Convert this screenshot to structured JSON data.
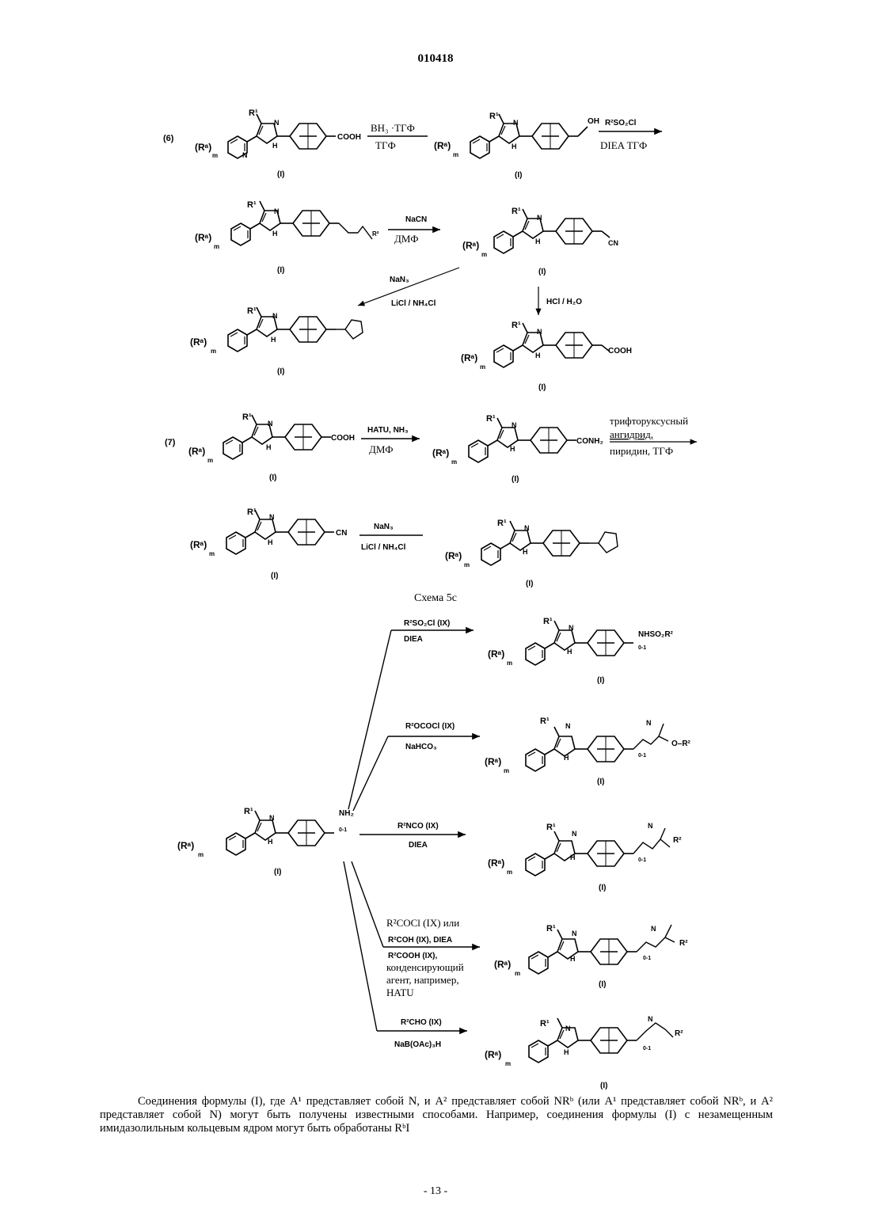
{
  "header": {
    "doc_number": "010418"
  },
  "scheme6": {
    "number": "(6)",
    "row1": {
      "start_group": "COOH",
      "reagent_top": "BH₃ ·ТГФ",
      "reagent_bottom": "ТГФ",
      "product_group": "OH",
      "next_reagent_top": "R²SO₂Cl",
      "next_reagent_bottom": "DIEA ТГФ"
    },
    "row2": {
      "reagent_top": "NaCN",
      "reagent_bottom": "ДМФ",
      "product_group": "CN"
    },
    "row3": {
      "tetrazole_reagent_top": "NaN₃",
      "tetrazole_reagent_bottom": "LiCl / NH₄Cl",
      "hydrolysis_reagent": "HCl / H₂O",
      "product_group": "COOH"
    }
  },
  "scheme7": {
    "number": "(7)",
    "start_group": "COOH",
    "reagent_top": "HATU, NH₃",
    "reagent_bottom": "ДМФ",
    "product_group": "CONH₂",
    "dehydration_line1": "трифторуксусный",
    "dehydration_line2": "ангидрид,",
    "dehydration_line3": "пиридин, ТГФ",
    "nitrile_group": "CN",
    "tetrazole_reagent_top": "NaN₃",
    "tetrazole_reagent_bottom": "LiCl / NH₄Cl"
  },
  "scheme5c": {
    "title": "Схема 5с",
    "start_group": "NH₂",
    "branches": [
      {
        "reagent_top": "R²SO₂Cl (IX)",
        "reagent_bottom": "DIEA",
        "product_group": "NHSO₂R²"
      },
      {
        "reagent_top": "R²OCOCl (IX)",
        "reagent_bottom": "NaHCO₃",
        "product_group": "O–R²"
      },
      {
        "reagent_top": "R²NCO (IX)",
        "reagent_bottom": "DIEA",
        "product_group": "R²"
      },
      {
        "reagent_top": "R²COCl (IX) или",
        "reagent_mid": "R²COH (IX), DIEA",
        "reagent_l3": "R²COOH (IX),",
        "reagent_l4": "конденсирующий",
        "reagent_l5": "агент, например,",
        "reagent_l6": "HATU",
        "product_group": "R²"
      },
      {
        "reagent_top": "R²CHO (IX)",
        "reagent_bottom": "NaB(OAc)₃H",
        "product_group": "R²"
      }
    ]
  },
  "common_labels": {
    "compound": "(I)",
    "r1": "R¹",
    "ra": "(Rᵃ)",
    "m": "m",
    "n": "N",
    "h": "H",
    "sub01": "0-1"
  },
  "paragraph": {
    "text1": "Соединения формулы (I), где A¹ представляет собой N, и A² представляет собой NRᵇ (или A¹ представляет собой NRᵇ, и A² представляет собой N) могут быть получены известными способами. Например, соединения формулы (I) с незамещенным имидазолильным кольцевым ядром могут быть обработаны RᵇI"
  },
  "footer": {
    "page": "- 13 -"
  }
}
